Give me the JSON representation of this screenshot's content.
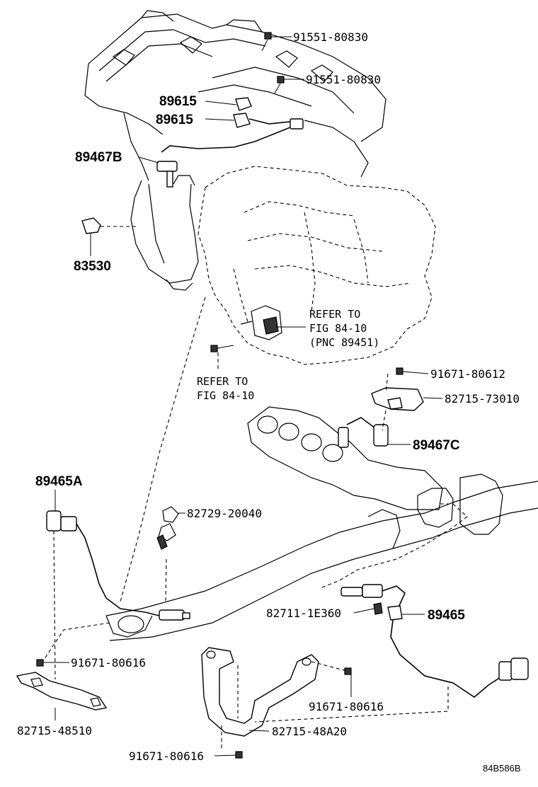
{
  "labels": {
    "p_91551_a": "91551-80830",
    "p_91551_b": "91551-80830",
    "p_89615_a": "89615",
    "p_89615_b": "89615",
    "p_89467B": "89467B",
    "p_83530": "83530",
    "p_91671_80612": "91671-80612",
    "p_82715_73010": "82715-73010",
    "p_89467C": "89467C",
    "p_89465A": "89465A",
    "p_82729_20040": "82729-20040",
    "p_82711_1E360": "82711-1E360",
    "p_89465": "89465",
    "p_91671_80616_a": "91671-80616",
    "p_82715_48510": "82715-48510",
    "p_91671_80616_b": "91671-80616",
    "p_82715_48A20": "82715-48A20",
    "p_91671_80616_c": "91671-80616"
  },
  "refs": {
    "ref1": [
      "REFER TO",
      "FIG 84-10",
      "(PNC 89451)"
    ],
    "ref2": [
      "REFER TO",
      "FIG 84-10"
    ]
  },
  "figure_code": "84B586B"
}
